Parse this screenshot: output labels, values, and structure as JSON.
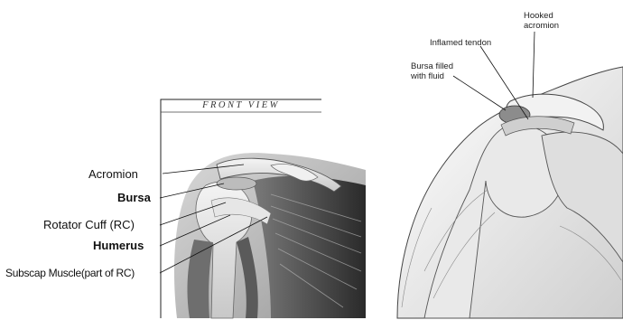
{
  "front_view": {
    "header": "FRONT VIEW",
    "labels": {
      "acromion": "Acromion",
      "bursa": "Bursa",
      "rotator_cuff": "Rotator Cuff (RC)",
      "humerus": "Humerus",
      "subscap": "Subscap Muscle(part of RC)"
    }
  },
  "side_view": {
    "labels": {
      "hooked_acromion_line1": "Hooked",
      "hooked_acromion_line2": "acromion",
      "inflamed_tendon": "Inflamed tendon",
      "bursa_line1": "Bursa filled",
      "bursa_line2": "with fluid"
    }
  }
}
